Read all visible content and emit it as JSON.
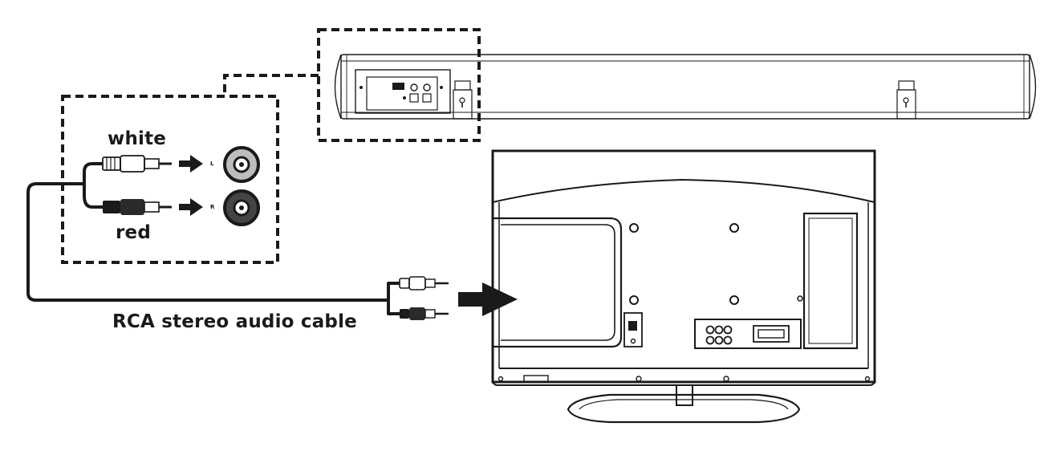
{
  "labels": {
    "white": "white",
    "red": "red",
    "left_jack": "L",
    "right_jack": "R",
    "cable": "RCA stereo audio cable"
  },
  "colors": {
    "line": "#1a1a1a",
    "white_jack_fill": "#bdbdbd",
    "red_jack_fill": "#444444"
  }
}
